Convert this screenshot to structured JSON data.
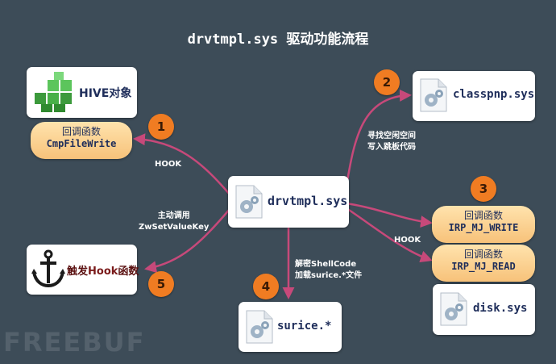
{
  "title": "drvtmpl.sys  驱动功能流程",
  "center": {
    "label": "drvtmpl.sys"
  },
  "hive": {
    "label": "HIVE对象"
  },
  "classpnp": {
    "label": "classpnp.sys"
  },
  "disk": {
    "label": "disk.sys"
  },
  "surice": {
    "label": "surice.*"
  },
  "hook_func": {
    "label_prefix": "触发",
    "label_bold": "Hook",
    "label_suffix": "函数"
  },
  "cb_cmp": {
    "line1": "回调函数",
    "line2": "CmpFileWrite"
  },
  "cb_write": {
    "line1": "回调函数",
    "line2": "IRP_MJ_WRITE"
  },
  "cb_read": {
    "line1": "回调函数",
    "line2": "IRP_MJ_READ"
  },
  "steps": [
    "1",
    "2",
    "3",
    "4",
    "5"
  ],
  "notes": {
    "hook_left": "HOOK",
    "hook_right": "HOOK",
    "find_space_1": "寻找空闲空间",
    "find_space_2": "写入跳板代码",
    "decrypt_1": "解密ShellCode",
    "decrypt_2": "加载surice.*文件",
    "call_1": "主动调用",
    "call_2": "ZwSetValueKey"
  },
  "watermark": "FREEBUF",
  "colors": {
    "background": "#3d4c58",
    "arrow": "#c7497a",
    "step": "#f07c22",
    "callback_pill": "#f7c27a"
  }
}
